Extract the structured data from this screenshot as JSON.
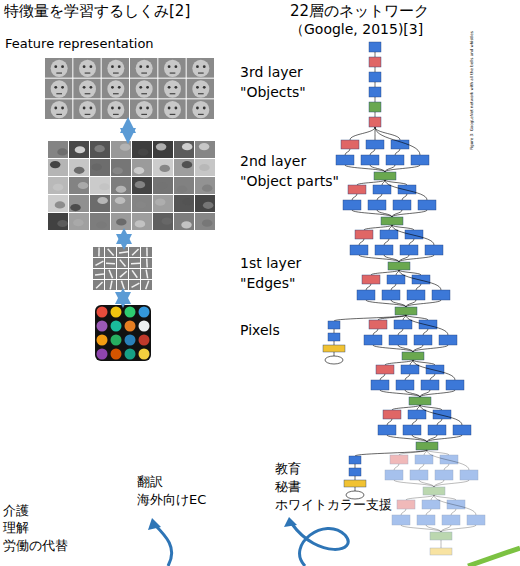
{
  "diagram": {
    "title": "特徴量を学習するしくみ[2]",
    "nodes": [
      {
        "text": [
          "3rd layer",
          "\"Objects\""
        ]
      },
      {
        "text": [
          "2nd layer",
          "\"Object parts\""
        ]
      },
      {
        "text": [
          "1st layer",
          "\"Edges\""
        ]
      },
      {
        "text": [
          "Pixels"
        ]
      }
    ],
    "edges": [
      {
        "from": 0,
        "to": 1,
        "arrow": "both"
      },
      {
        "from": 1,
        "to": 2,
        "arrow": "both"
      },
      {
        "from": 2,
        "to": 3,
        "arrow": "both"
      }
    ],
    "labels": [
      "22層のネットワーク",
      "（Google, 2015)[3]",
      "Feature representation",
      "Figure 3: GoogLeNet network with all the bells and whistles",
      "介護",
      "理解",
      "労働の代替",
      "翻訳",
      "海外向けEC",
      "教育",
      "秘書",
      "ホワイトカラー支援"
    ]
  }
}
